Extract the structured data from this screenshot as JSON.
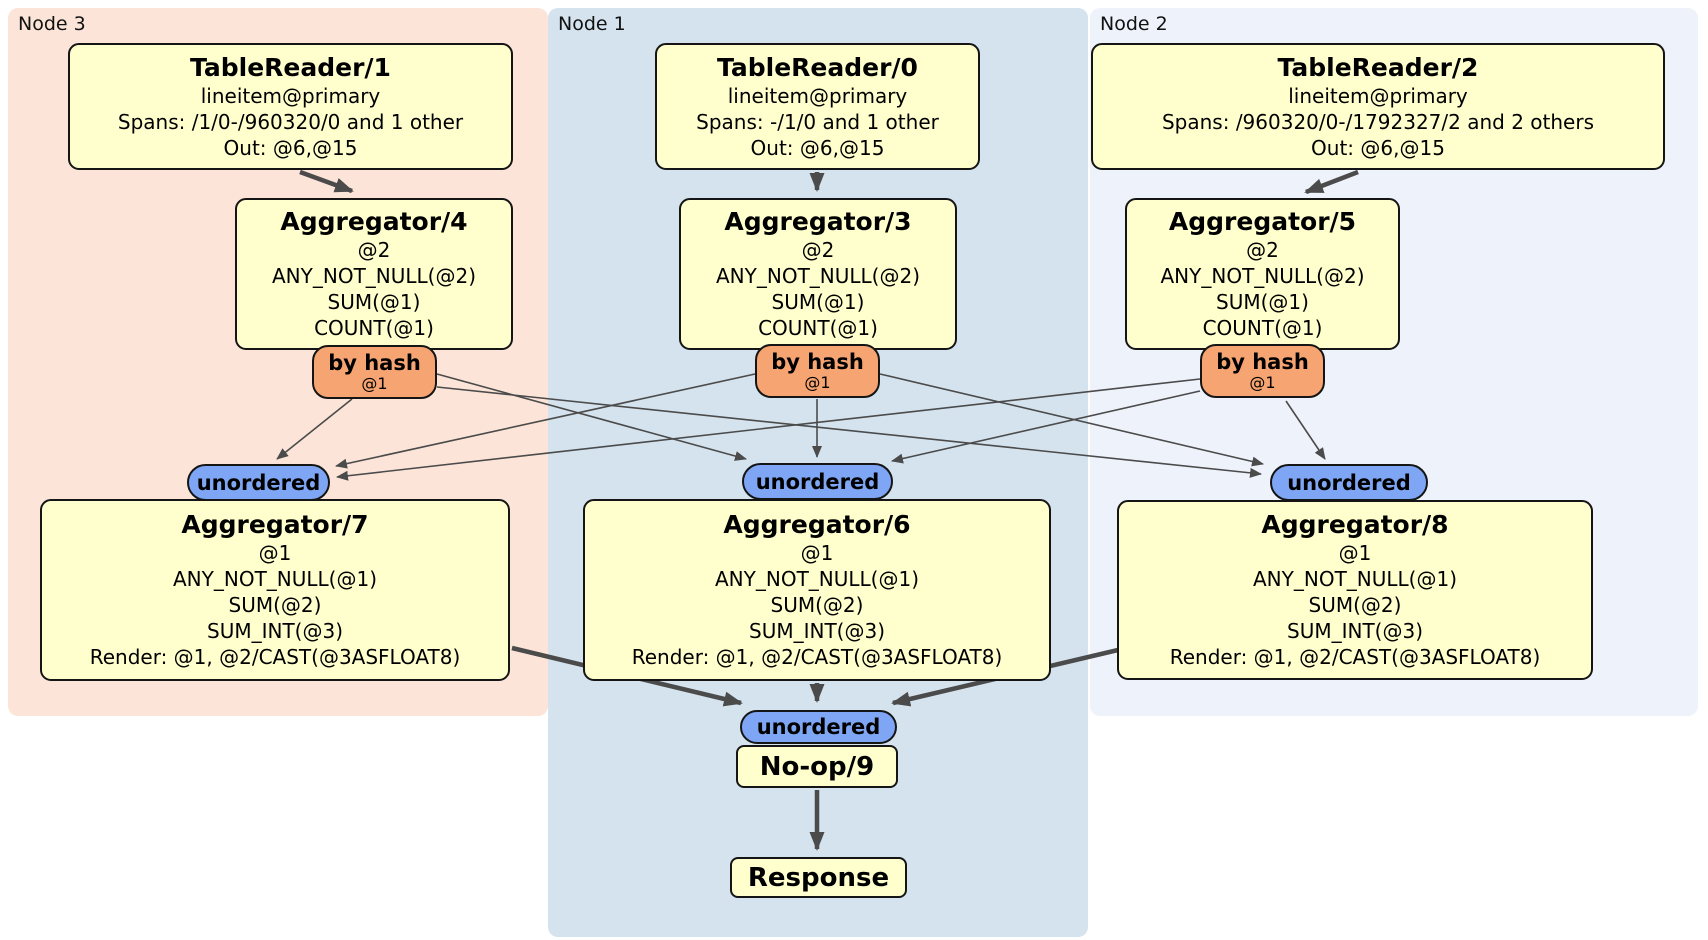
{
  "colors": {
    "node3_bg": "#fce5d8",
    "node1_bg": "#d4e3ee",
    "node2_bg": "#eef2fb",
    "box_fill": "#ffffce",
    "router_fill": "#f6a471",
    "sync_fill": "#7ea6f4",
    "edge": "#4b4b4b"
  },
  "diagram": {
    "panels": [
      {
        "label": "Node 3"
      },
      {
        "label": "Node 1"
      },
      {
        "label": "Node 2"
      }
    ],
    "processors": {
      "tablereader1": {
        "title": "TableReader/1",
        "lines": [
          "lineitem@primary",
          "Spans: /1/0-/960320/0 and 1 other",
          "Out: @6,@15"
        ]
      },
      "tablereader0": {
        "title": "TableReader/0",
        "lines": [
          "lineitem@primary",
          "Spans: -/1/0 and 1 other",
          "Out: @6,@15"
        ]
      },
      "tablereader2": {
        "title": "TableReader/2",
        "lines": [
          "lineitem@primary",
          "Spans: /960320/0-/1792327/2 and 2 others",
          "Out: @6,@15"
        ]
      },
      "aggregator4": {
        "title": "Aggregator/4",
        "lines": [
          "@2",
          "ANY_NOT_NULL(@2)",
          "SUM(@1)",
          "COUNT(@1)"
        ]
      },
      "aggregator3": {
        "title": "Aggregator/3",
        "lines": [
          "@2",
          "ANY_NOT_NULL(@2)",
          "SUM(@1)",
          "COUNT(@1)"
        ]
      },
      "aggregator5": {
        "title": "Aggregator/5",
        "lines": [
          "@2",
          "ANY_NOT_NULL(@2)",
          "SUM(@1)",
          "COUNT(@1)"
        ]
      },
      "aggregator7": {
        "title": "Aggregator/7",
        "lines": [
          "@1",
          "ANY_NOT_NULL(@1)",
          "SUM(@2)",
          "SUM_INT(@3)",
          "Render: @1, @2/CAST(@3ASFLOAT8)"
        ]
      },
      "aggregator6": {
        "title": "Aggregator/6",
        "lines": [
          "@1",
          "ANY_NOT_NULL(@1)",
          "SUM(@2)",
          "SUM_INT(@3)",
          "Render: @1, @2/CAST(@3ASFLOAT8)"
        ]
      },
      "aggregator8": {
        "title": "Aggregator/8",
        "lines": [
          "@1",
          "ANY_NOT_NULL(@1)",
          "SUM(@2)",
          "SUM_INT(@3)",
          "Render: @1, @2/CAST(@3ASFLOAT8)"
        ]
      },
      "noop9": {
        "title": "No-op/9"
      },
      "response": {
        "title": "Response"
      }
    },
    "routers": [
      {
        "label": "by hash",
        "stream": "@1"
      },
      {
        "label": "by hash",
        "stream": "@1"
      },
      {
        "label": "by hash",
        "stream": "@1"
      }
    ],
    "syncs": [
      {
        "label": "unordered"
      },
      {
        "label": "unordered"
      },
      {
        "label": "unordered"
      },
      {
        "label": "unordered"
      }
    ]
  }
}
